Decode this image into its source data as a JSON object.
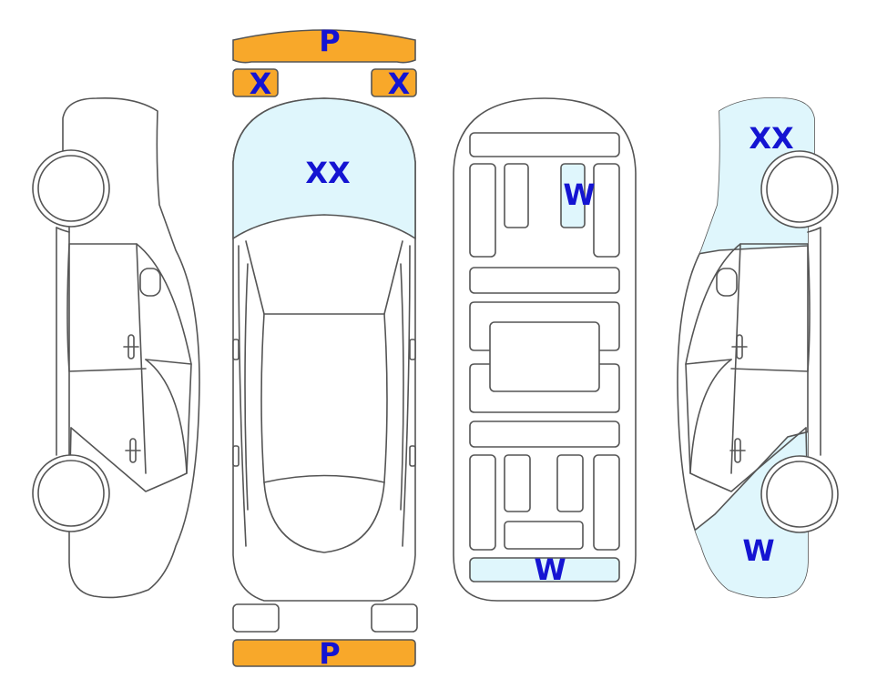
{
  "colors": {
    "outline": "#555555",
    "marked_fill": "#dff6fc",
    "bumper_fill": "#f8a82a",
    "label": "#1414d2",
    "background": "#ffffff"
  },
  "labels": {
    "front_bumper": "P",
    "rear_bumper": "P",
    "front_left_part": "X",
    "front_right_part": "X",
    "hood": "XX",
    "interior_seat": "W",
    "trunk_floor": "W",
    "right_front_fender": "XX",
    "right_rear_quarter": "W"
  }
}
